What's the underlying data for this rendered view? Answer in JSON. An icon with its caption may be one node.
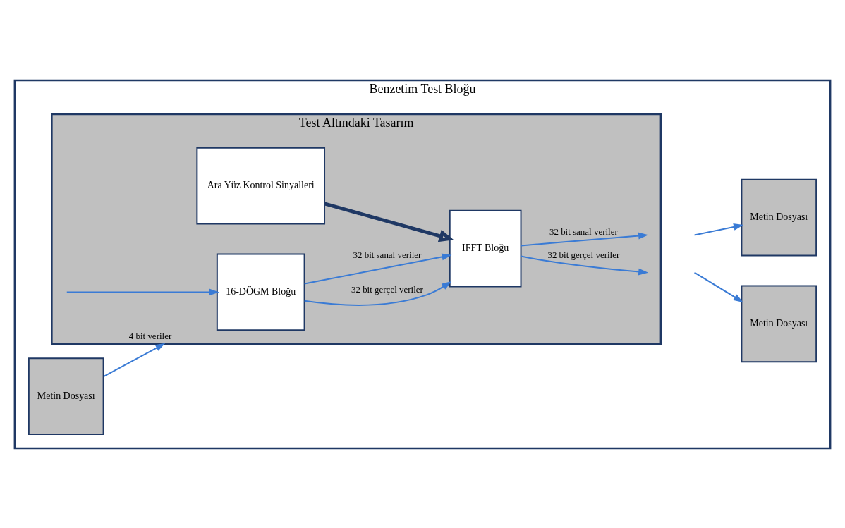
{
  "diagram": {
    "nodes": [
      {
        "text": [
          "Benzetim Test Bloğu"
        ]
      },
      {
        "text": [
          "Metin Dosyası"
        ],
        "in": 0
      },
      {
        "text": [
          "Test Altındaki Tasarım"
        ],
        "in": 0
      },
      {
        "text": [
          "16-DÖGM Bloğu"
        ],
        "in": 2
      },
      {
        "text": [
          "IFFT Bloğu"
        ],
        "in": 2
      },
      {
        "text": [
          "Ara Yüz Kontrol Sinyalleri"
        ],
        "in": 2
      },
      {
        "text": [
          "Metin Dosyası"
        ],
        "in": 0
      },
      {
        "text": [
          "Metin Dosyası"
        ],
        "in": 0
      }
    ],
    "edges": [
      {
        "from": 1,
        "to": 2,
        "arrow": "to",
        "label": "4 bit veriler"
      },
      {
        "from": null,
        "to": 3,
        "arrow": "to"
      },
      {
        "from": 3,
        "to": 4,
        "arrow": "to",
        "label": "32 bit gerçel veriler"
      },
      {
        "from": 3,
        "to": 4,
        "arrow": "to",
        "label": "32 bit sanal veriler"
      },
      {
        "from": 4,
        "to": null,
        "arrow": "to",
        "label": "32 bit gerçel veriler"
      },
      {
        "from": 4,
        "to": null,
        "arrow": "to",
        "label": "32 bit sanal veriler"
      },
      {
        "from": null,
        "to": 6,
        "arrow": "to"
      },
      {
        "from": null,
        "to": 7,
        "arrow": "to"
      },
      {
        "from": 5,
        "to": 4,
        "arrow": "to",
        "style": "thick",
        "color": "#1f3864"
      }
    ]
  }
}
